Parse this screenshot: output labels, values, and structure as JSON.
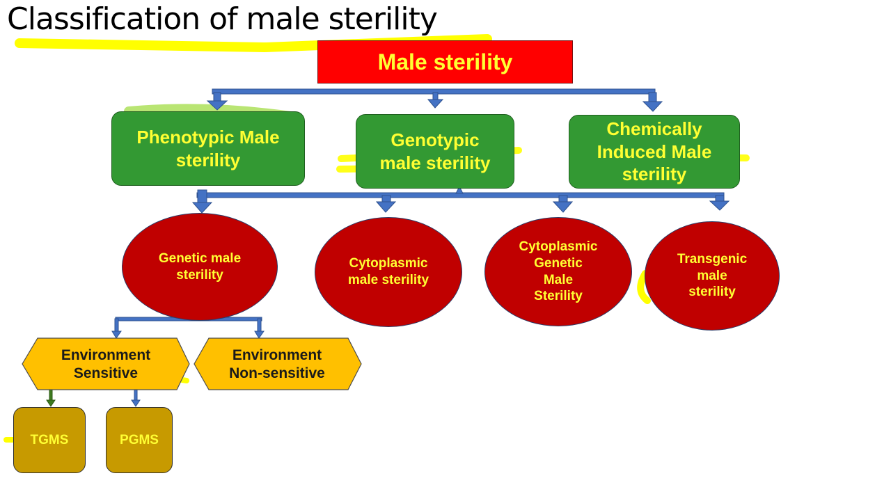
{
  "title": "Classification of male sterility",
  "root": {
    "label": "Male sterility"
  },
  "categories": [
    {
      "line1": "Phenotypic Male",
      "line2": "sterility",
      "line3": ""
    },
    {
      "line1": "Genotypic",
      "line2": "male sterility",
      "line3": ""
    },
    {
      "line1": "Chemically",
      "line2": "Induced Male",
      "line3": "sterility"
    }
  ],
  "types": [
    {
      "line1": "Genetic male",
      "line2": "sterility",
      "line3": "",
      "line4": ""
    },
    {
      "line1": "Cytoplasmic",
      "line2": "male sterility",
      "line3": "",
      "line4": ""
    },
    {
      "line1": "Cytoplasmic",
      "line2": "Genetic",
      "line3": "Male",
      "line4": "Sterility"
    },
    {
      "line1": "Transgenic",
      "line2": "male",
      "line3": "sterility",
      "line4": ""
    }
  ],
  "environment": [
    {
      "line1": "Environment",
      "line2": "Sensitive"
    },
    {
      "line1": "Environment",
      "line2": "Non-sensitive"
    }
  ],
  "subtypes": [
    {
      "label": "TGMS"
    },
    {
      "label": "PGMS"
    }
  ],
  "colors": {
    "root_fill": "#ff0000",
    "category_fill": "#339933",
    "type_fill": "#c00000",
    "environment_fill": "#ffc000",
    "subtype_fill": "#c79a00",
    "label_text": "#ffff33",
    "connector": "#4472c4",
    "highlight": "#ffff00"
  }
}
